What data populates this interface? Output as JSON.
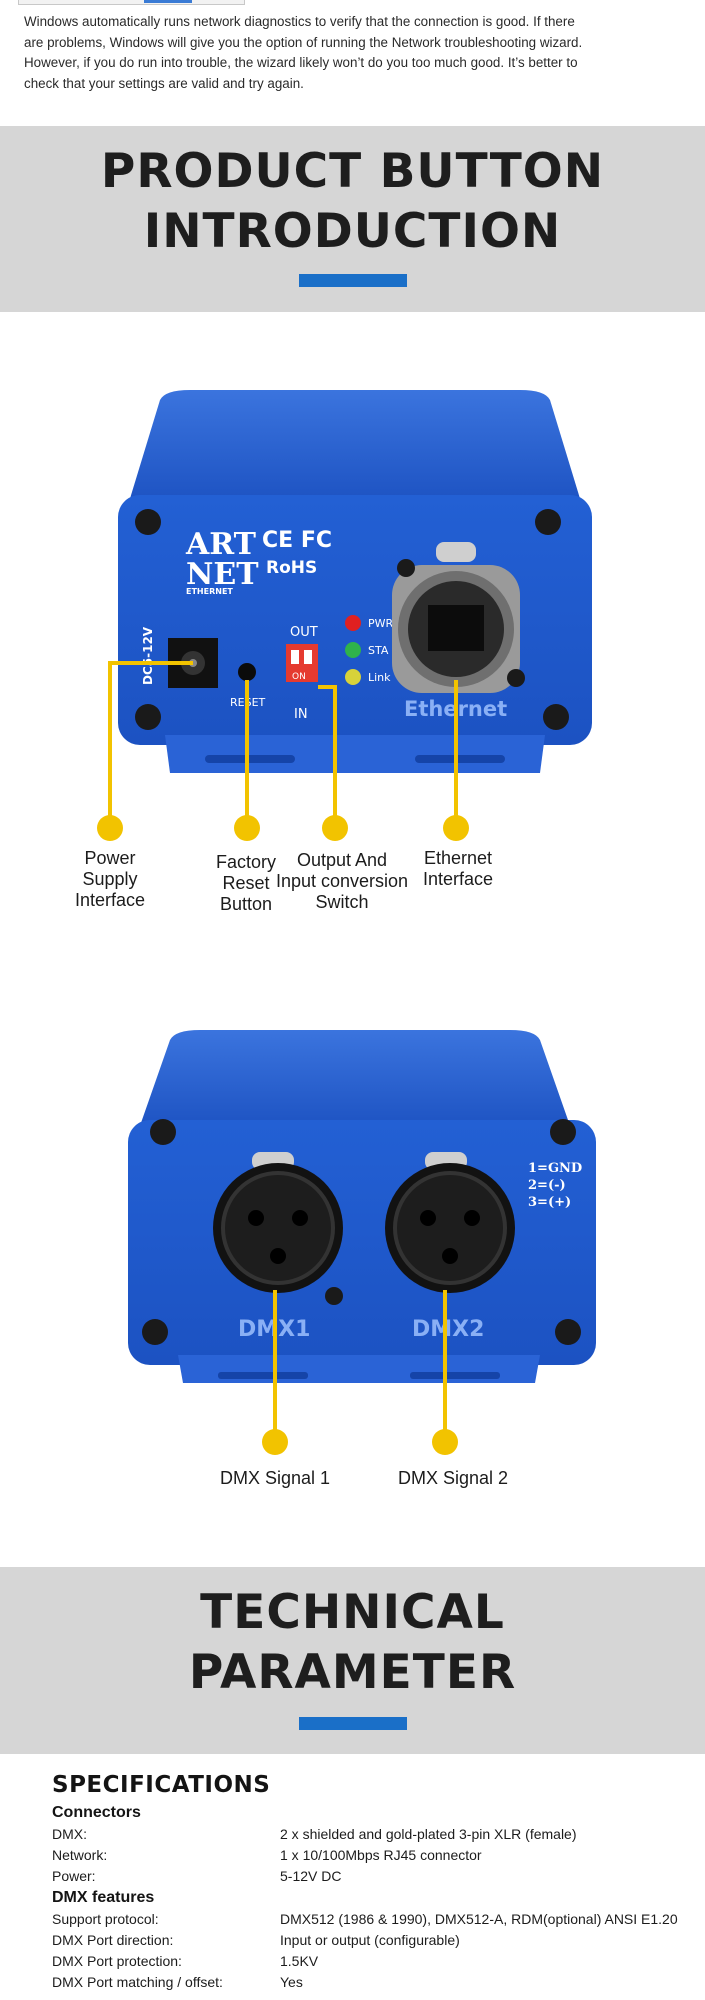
{
  "intro": {
    "lines": [
      "Windows automatically runs network diagnostics to verify that the connection is good. If there",
      "are problems, Windows will give you the option of running the Network troubleshooting wizard.",
      "However, if you do run into trouble, the wizard likely won’t do you too much good. It’s better to",
      "check that your settings are valid and try again."
    ]
  },
  "sections": {
    "product_button": {
      "line1": "PRODUCT BUTTON",
      "line2": "INTRODUCTION"
    },
    "technical": {
      "line1": "TECHNICAL",
      "line2": "PARAMETER"
    }
  },
  "device_front": {
    "logo_art": "ART",
    "logo_net": "NET",
    "logo_sub": "ETHERNET",
    "ce_fc": "CE FC",
    "rohs": "RoHS",
    "dc_label": "DC5-12V",
    "reset_label": "RESET",
    "out_label": "OUT",
    "in_label": "IN",
    "switch_label": "ON",
    "leds": [
      "PWR",
      "STA",
      "Link"
    ],
    "ethernet_label": "Ethernet",
    "callouts": {
      "power": [
        "Power",
        "Supply",
        "Interface"
      ],
      "reset": [
        "Factory",
        "Reset",
        "Button"
      ],
      "switch": [
        "Output And",
        "Input conversion",
        "Switch"
      ],
      "ethernet": [
        "Ethernet",
        "Interface"
      ]
    }
  },
  "device_back": {
    "dmx1": "DMX1",
    "dmx2": "DMX2",
    "pinout": [
      "1=GND",
      "2=(-)",
      "3=(+)"
    ],
    "callouts": {
      "signal1": "DMX Signal 1",
      "signal2": "DMX Signal 2"
    }
  },
  "colors": {
    "body_blue": "#1f57c9",
    "callout_yellow": "#f2c300",
    "accent_bar": "#1a6fc8",
    "band_gray": "#d6d6d6"
  },
  "specs": {
    "title": "SPECIFICATIONS",
    "groups": [
      {
        "heading": "Connectors",
        "rows": [
          {
            "key": "DMX:",
            "value": "2 x shielded and gold-plated 3-pin XLR (female)"
          },
          {
            "key": "Network:",
            "value": "1 x 10/100Mbps RJ45 connector"
          },
          {
            "key": "Power:",
            "value": "5-12V DC"
          }
        ]
      },
      {
        "heading": "DMX features",
        "rows": [
          {
            "key": "Support protocol:",
            "value": "DMX512 (1986 & 1990), DMX512-A, RDM(optional) ANSI E1.20"
          },
          {
            "key": "DMX Port direction:",
            "value": "Input or output (configurable)"
          },
          {
            "key": "DMX Port protection:",
            "value": "1.5KV"
          },
          {
            "key": "DMX Port matching / offset:",
            "value": "Yes"
          }
        ]
      }
    ]
  }
}
